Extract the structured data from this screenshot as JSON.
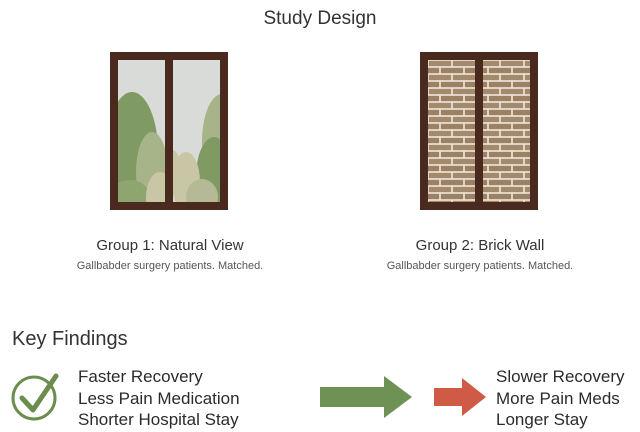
{
  "title": "Study Design",
  "groups": [
    {
      "title": "Group 1: Natural View",
      "subtitle": "Gallbabder surgery patients. Matched."
    },
    {
      "title": "Group 2: Brick Wall",
      "subtitle": "Gallbabder surgery patients. Matched."
    }
  ],
  "key_findings": {
    "heading": "Key Findings",
    "natural_view": [
      "Faster Recovery",
      "Less Pain Medication",
      "Shorter Hospital Stay"
    ],
    "brick_wall": [
      "Slower Recovery",
      "More Pain Meds",
      "Longer Stay"
    ]
  },
  "colors": {
    "frame": "#4a2a1e",
    "glass": "#d9dbd8",
    "foliage_dark": "#7f9a62",
    "foliage_light": "#c9c6a6",
    "brick": "#a48a6c",
    "mortar": "#efe7da",
    "check_green": "#6b8d4e",
    "arrow_green": "#6e9254",
    "arrow_red": "#cf5a45"
  },
  "icons": [
    "check-circle-icon",
    "right-arrow-icon"
  ]
}
